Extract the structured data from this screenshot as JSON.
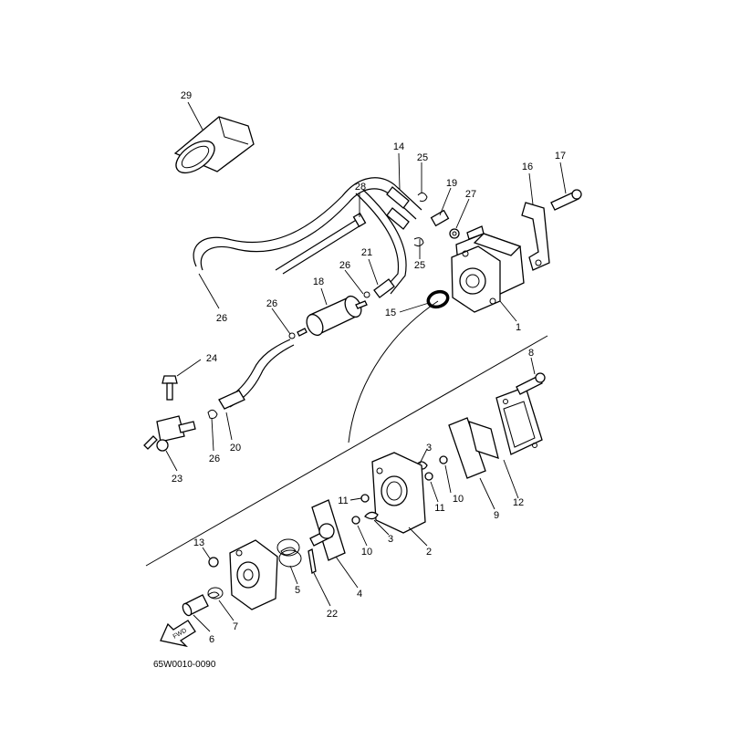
{
  "diagram_code": "65W0010-0090",
  "fwd_label": "FWD",
  "callouts": [
    {
      "id": "c1",
      "text": "1"
    },
    {
      "id": "c2",
      "text": "2"
    },
    {
      "id": "c3a",
      "text": "3"
    },
    {
      "id": "c3b",
      "text": "3"
    },
    {
      "id": "c4",
      "text": "4"
    },
    {
      "id": "c5",
      "text": "5"
    },
    {
      "id": "c6",
      "text": "6"
    },
    {
      "id": "c7",
      "text": "7"
    },
    {
      "id": "c8",
      "text": "8"
    },
    {
      "id": "c9",
      "text": "9"
    },
    {
      "id": "c10a",
      "text": "10"
    },
    {
      "id": "c10b",
      "text": "10"
    },
    {
      "id": "c11a",
      "text": "11"
    },
    {
      "id": "c11b",
      "text": "11"
    },
    {
      "id": "c12",
      "text": "12"
    },
    {
      "id": "c13",
      "text": "13"
    },
    {
      "id": "c14",
      "text": "14"
    },
    {
      "id": "c15",
      "text": "15"
    },
    {
      "id": "c16",
      "text": "16"
    },
    {
      "id": "c17",
      "text": "17"
    },
    {
      "id": "c18",
      "text": "18"
    },
    {
      "id": "c19",
      "text": "19"
    },
    {
      "id": "c20",
      "text": "20"
    },
    {
      "id": "c21",
      "text": "21"
    },
    {
      "id": "c22",
      "text": "22"
    },
    {
      "id": "c23",
      "text": "23"
    },
    {
      "id": "c24",
      "text": "24"
    },
    {
      "id": "c25a",
      "text": "25"
    },
    {
      "id": "c25b",
      "text": "25"
    },
    {
      "id": "c26a",
      "text": "26"
    },
    {
      "id": "c26b",
      "text": "26"
    },
    {
      "id": "c26c",
      "text": "26"
    },
    {
      "id": "c26d",
      "text": "26"
    },
    {
      "id": "c27",
      "text": "27"
    },
    {
      "id": "c28",
      "text": "28"
    },
    {
      "id": "c29",
      "text": "29"
    }
  ]
}
